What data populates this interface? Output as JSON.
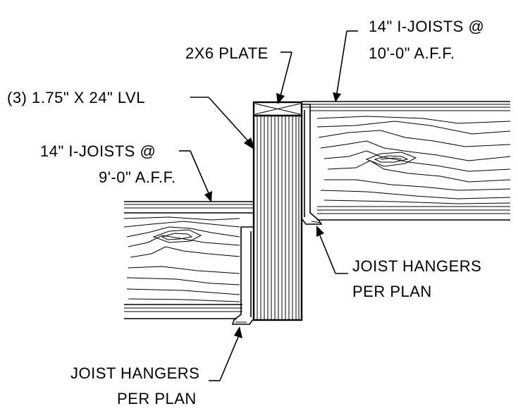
{
  "labels": {
    "upper_joists_line1": "14\" I-JOISTS @",
    "upper_joists_line2": "10'-0\" A.F.F.",
    "plate": "2X6 PLATE",
    "lvl": "(3) 1.75\" X 24\" LVL",
    "lower_joists_line1": "14\" I-JOISTS @",
    "lower_joists_line2": "9'-0\" A.F.F.",
    "hangers_right_line1": "JOIST HANGERS",
    "hangers_right_line2": "PER PLAN",
    "hangers_left_line1": "JOIST HANGERS",
    "hangers_left_line2": "PER PLAN"
  },
  "colors": {
    "ink": "#000000",
    "background": "#ffffff"
  }
}
